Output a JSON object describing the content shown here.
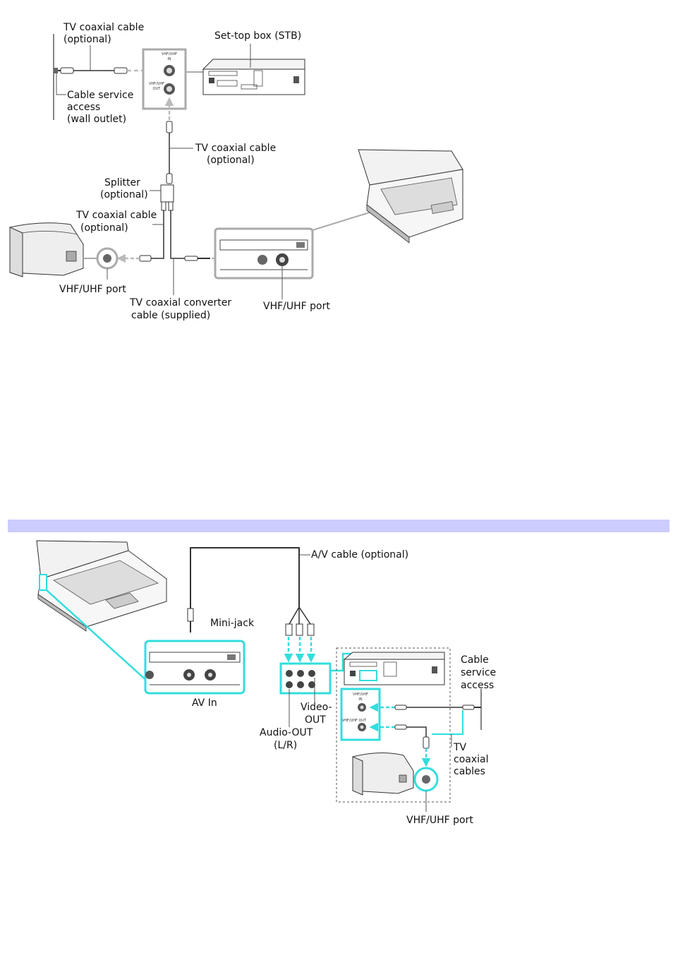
{
  "diagram1": {
    "labels": {
      "tv_coax_top_l1": "TV coaxial cable",
      "tv_coax_top_l2": "(optional)",
      "stb": "Set-top box (STB)",
      "cable_service_l1": "Cable service",
      "cable_service_l2": "access",
      "cable_service_l3": "(wall outlet)",
      "tv_coax_mid_l1": "TV coaxial cable",
      "tv_coax_mid_l2": "(optional)",
      "splitter_l1": "Splitter",
      "splitter_l2": "(optional)",
      "tv_coax_left_l1": "TV coaxial cable",
      "tv_coax_left_l2": "(optional)",
      "vhf_port_left": "VHF/UHF port",
      "converter_l1": "TV coaxial converter",
      "converter_l2": "cable (supplied)",
      "vhf_port_right": "VHF/UHF port"
    },
    "port_labels": {
      "vhf_in_l1": "VHF/UHF",
      "vhf_in_l2": "IN",
      "vhf_out_l1": "VHF/UHF",
      "vhf_out_l2": "OUT"
    }
  },
  "diagram2": {
    "labels": {
      "av_cable": "A/V cable (optional)",
      "mini_jack": "Mini-jack",
      "av_in": "AV In",
      "cable_service_l1": "Cable",
      "cable_service_l2": "service",
      "cable_service_l3": "access",
      "video_out_l1": "Video-",
      "video_out_l2": "OUT",
      "audio_out_l1": "Audio-OUT",
      "audio_out_l2": "(L/R)",
      "tv_coax_l1": "TV",
      "tv_coax_l2": "coaxial",
      "tv_coax_l3": "cables",
      "vhf_port": "VHF/UHF port"
    },
    "port_labels": {
      "vhf_in_l1": "VHF/UHF",
      "vhf_in_l2": "IN",
      "vhf_out": "VHF/UHF OUT"
    }
  },
  "colors": {
    "band": "#ccccff",
    "highlight": "#33dddd",
    "outline": "#999999"
  }
}
